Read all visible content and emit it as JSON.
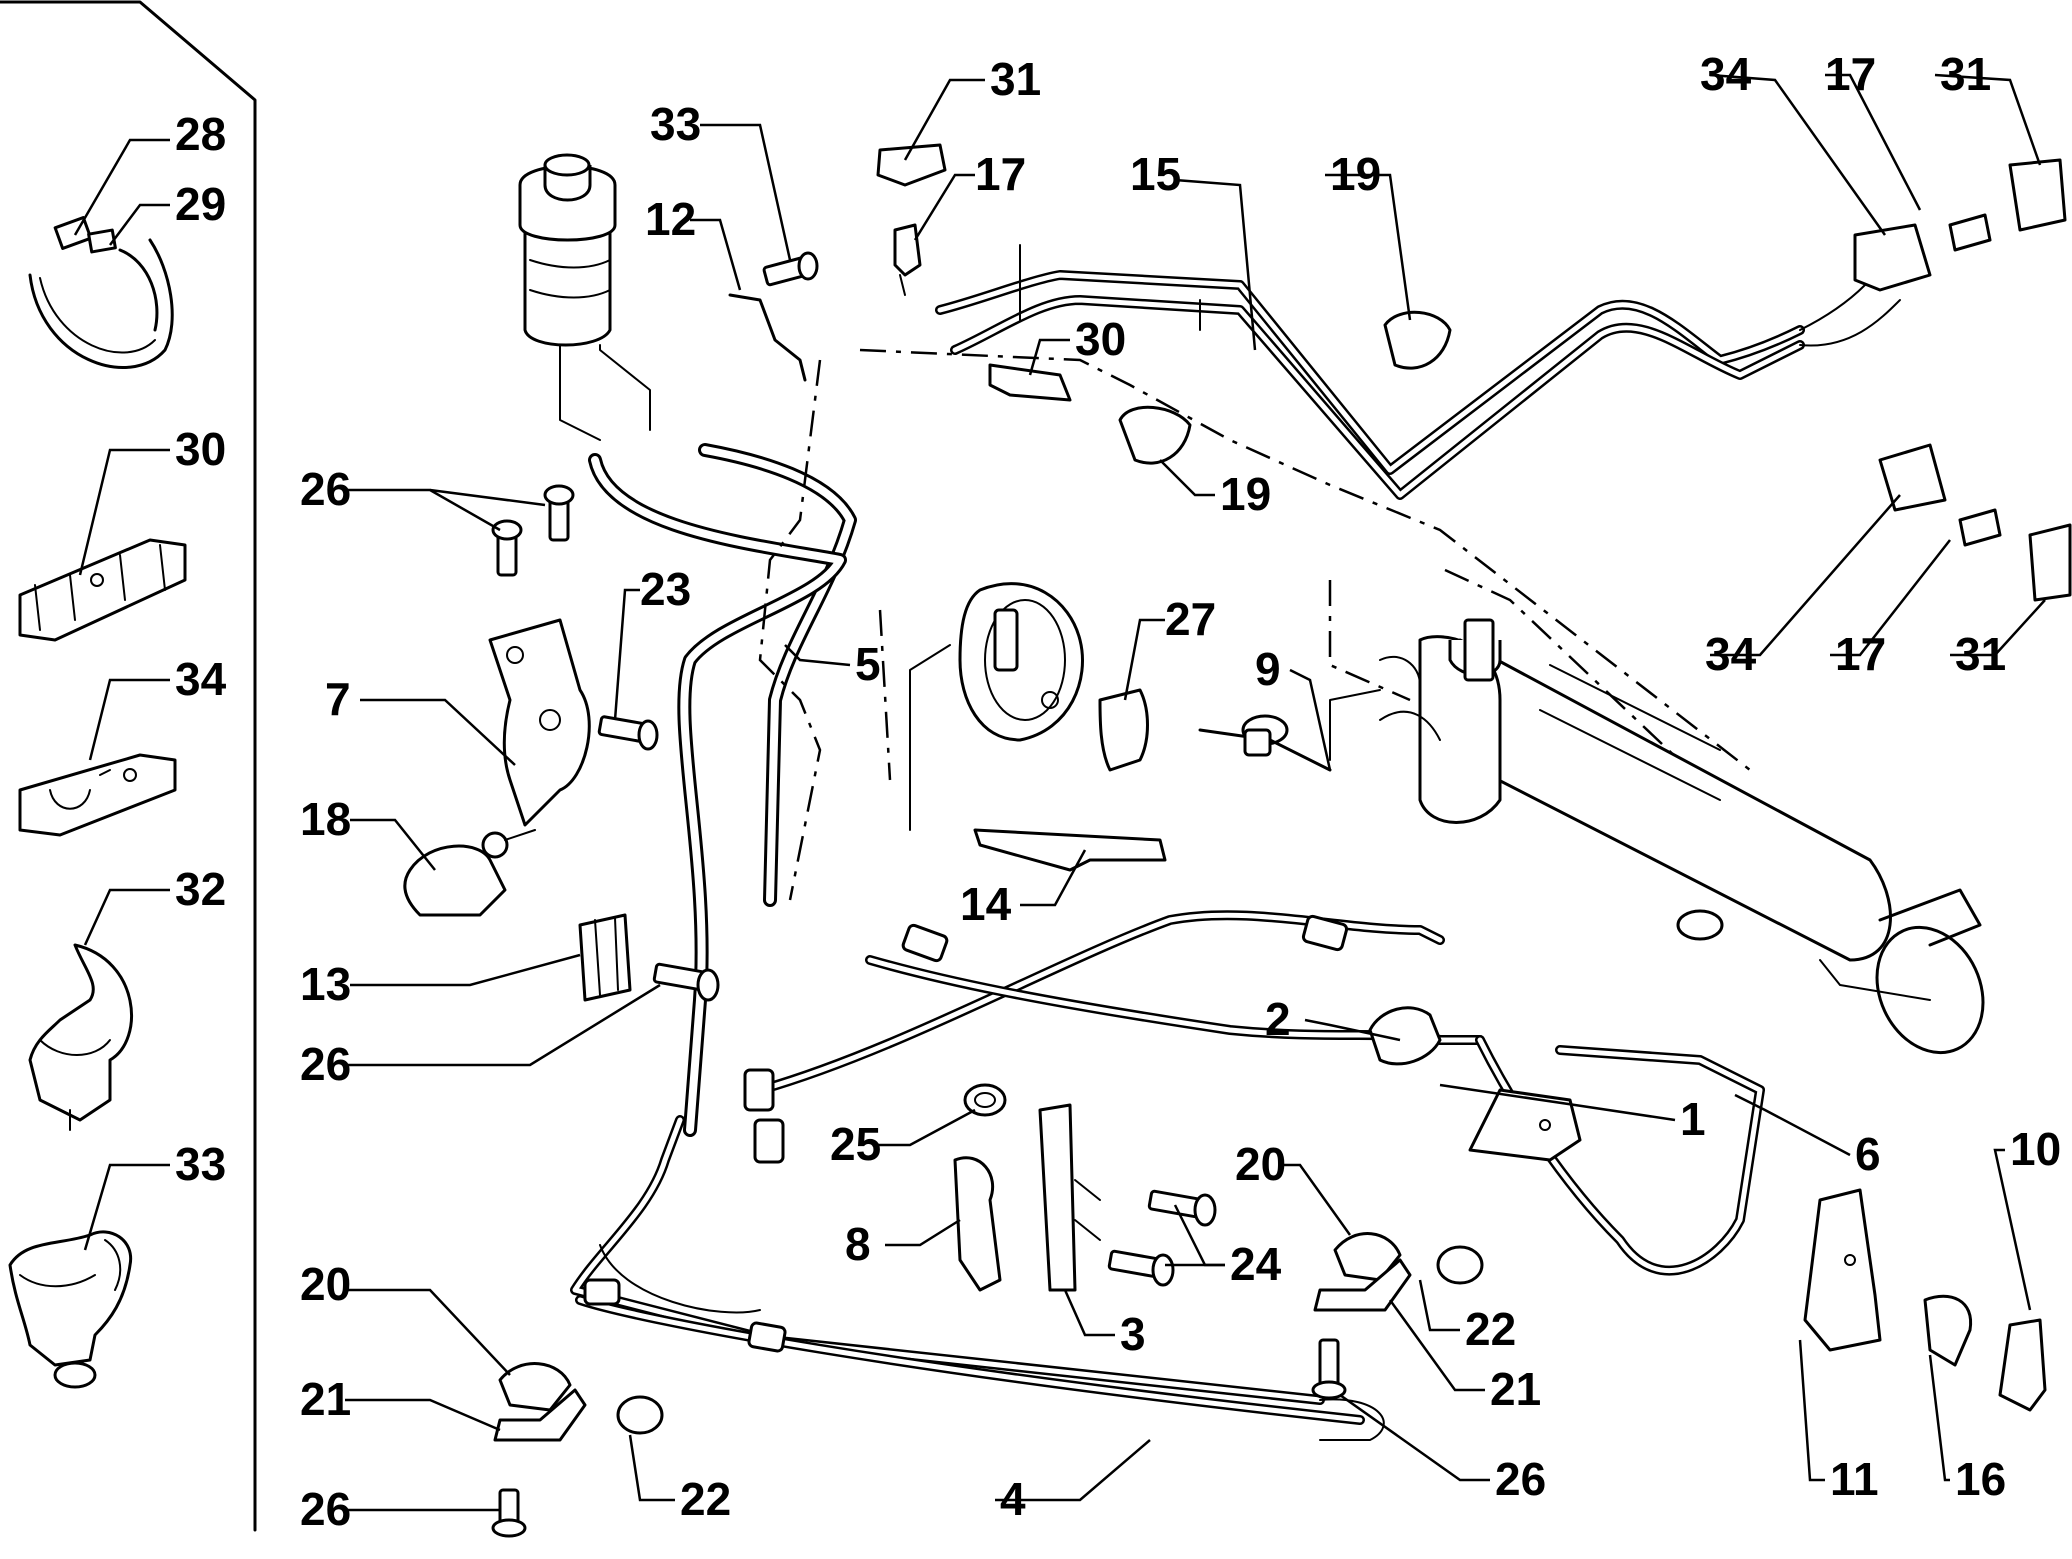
{
  "callouts": {
    "c1": "1",
    "c2": "2",
    "c3": "3",
    "c4": "4",
    "c5": "5",
    "c6": "6",
    "c7": "7",
    "c8": "8",
    "c9": "9",
    "c10": "10",
    "c11": "11",
    "c12": "12",
    "c13": "13",
    "c14": "14",
    "c15": "15",
    "c16": "16",
    "c17a": "17",
    "c17b": "17",
    "c17c": "17",
    "c18": "18",
    "c19a": "19",
    "c19b": "19",
    "c20a": "20",
    "c20b": "20",
    "c21a": "21",
    "c21b": "21",
    "c22a": "22",
    "c22b": "22",
    "c23": "23",
    "c24": "24",
    "c25": "25",
    "c26a": "26",
    "c26b": "26",
    "c26c": "26",
    "c26d": "26",
    "c27": "27",
    "c28": "28",
    "c29": "29",
    "c30a": "30",
    "c30b": "30",
    "c31a": "31",
    "c31b": "31",
    "c31c": "31",
    "c32": "32",
    "c33a": "33",
    "c33b": "33",
    "c34a": "34",
    "c34b": "34",
    "c34c": "34"
  }
}
